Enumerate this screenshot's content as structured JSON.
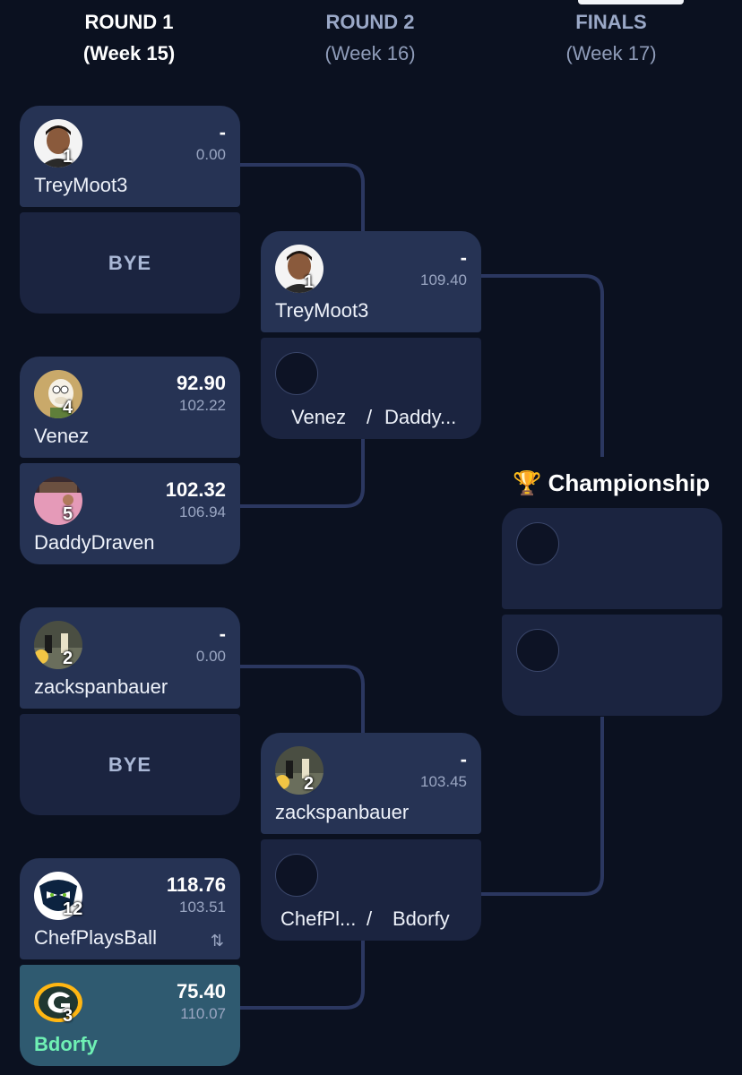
{
  "rounds": [
    {
      "title": "ROUND 1",
      "subtitle": "(Week 15)"
    },
    {
      "title": "ROUND 2",
      "subtitle": "(Week 16)"
    },
    {
      "title": "FINALS",
      "subtitle": "(Week 17)"
    }
  ],
  "round1": {
    "m1_top": {
      "seed": "1",
      "score": "-",
      "proj": "0.00",
      "name": "TreyMoot3"
    },
    "m1_bot": {
      "label": "BYE"
    },
    "m2_top": {
      "seed": "4",
      "score": "92.90",
      "proj": "102.22",
      "name": "Venez"
    },
    "m2_bot": {
      "seed": "5",
      "score": "102.32",
      "proj": "106.94",
      "name": "DaddyDraven"
    },
    "m3_top": {
      "seed": "2",
      "score": "-",
      "proj": "0.00",
      "name": "zackspanbauer"
    },
    "m3_bot": {
      "label": "BYE"
    },
    "m4_top": {
      "seed": "12",
      "score": "118.76",
      "proj": "103.51",
      "name": "ChefPlaysBall",
      "swap_icon": "⇅"
    },
    "m4_bot": {
      "seed": "3",
      "score": "75.40",
      "proj": "110.07",
      "name": "Bdorfy"
    }
  },
  "round2": {
    "m1_top": {
      "seed": "1",
      "score": "-",
      "proj": "109.40",
      "name": "TreyMoot3"
    },
    "m1_bot": {
      "left": "Venez",
      "sep": "/",
      "right": "Daddy..."
    },
    "m2_top": {
      "seed": "2",
      "score": "-",
      "proj": "103.45",
      "name": "zackspanbauer"
    },
    "m2_bot": {
      "left": "ChefPl...",
      "sep": "/",
      "right": "Bdorfy"
    }
  },
  "finals": {
    "title": "Championship",
    "trophy_icon": "🏆"
  },
  "colors": {
    "background": "#0b1120",
    "card": "#263354",
    "card_empty": "#1b2440",
    "card_winner": "#2f5a70",
    "connector": "#2b3760",
    "winner_name": "#6ff0b4"
  }
}
